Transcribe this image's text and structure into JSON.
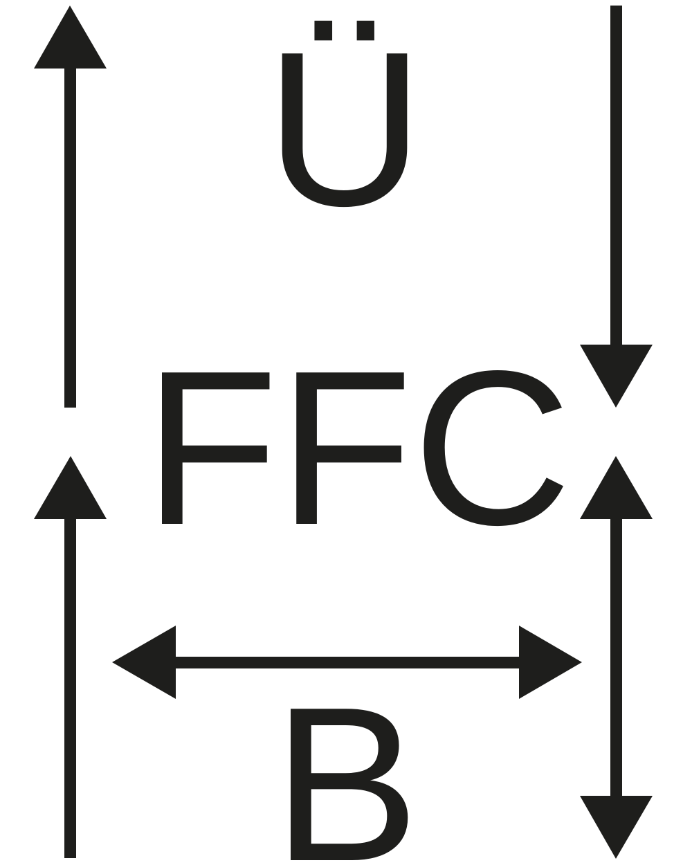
{
  "diagram": {
    "color": "#1e1e1c",
    "background": "#ffffff",
    "labels": {
      "overhang": "Ü",
      "center": "FFC",
      "width": "B"
    },
    "arrows": [
      {
        "id": "left-upper",
        "direction": "up"
      },
      {
        "id": "left-lower",
        "direction": "up"
      },
      {
        "id": "right-upper",
        "direction": "down"
      },
      {
        "id": "right-lower",
        "direction": "up-and-down"
      },
      {
        "id": "horizontal-width",
        "direction": "left-and-right"
      }
    ]
  }
}
